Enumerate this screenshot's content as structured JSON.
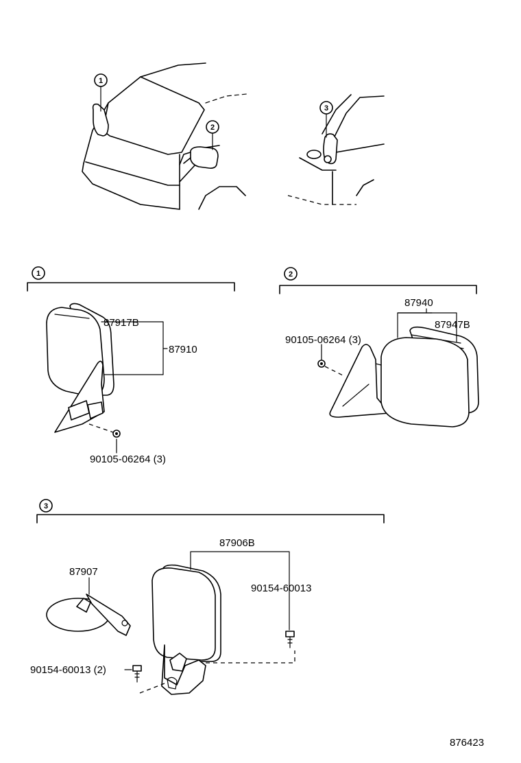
{
  "callouts": {
    "c1": "1",
    "c2": "2",
    "c3": "3"
  },
  "section1": {
    "parts": {
      "p87917B": "87917B",
      "p87910": "87910",
      "screw": "90105-06264 (3)"
    }
  },
  "section2": {
    "parts": {
      "p87940": "87940",
      "p87947B": "87947B",
      "screw": "90105-06264 (3)"
    }
  },
  "section3": {
    "parts": {
      "p87906B": "87906B",
      "p87907": "87907",
      "bolt_single": "90154-60013",
      "bolt_qty": "90154-60013 (2)"
    }
  },
  "figure_id": "876423"
}
